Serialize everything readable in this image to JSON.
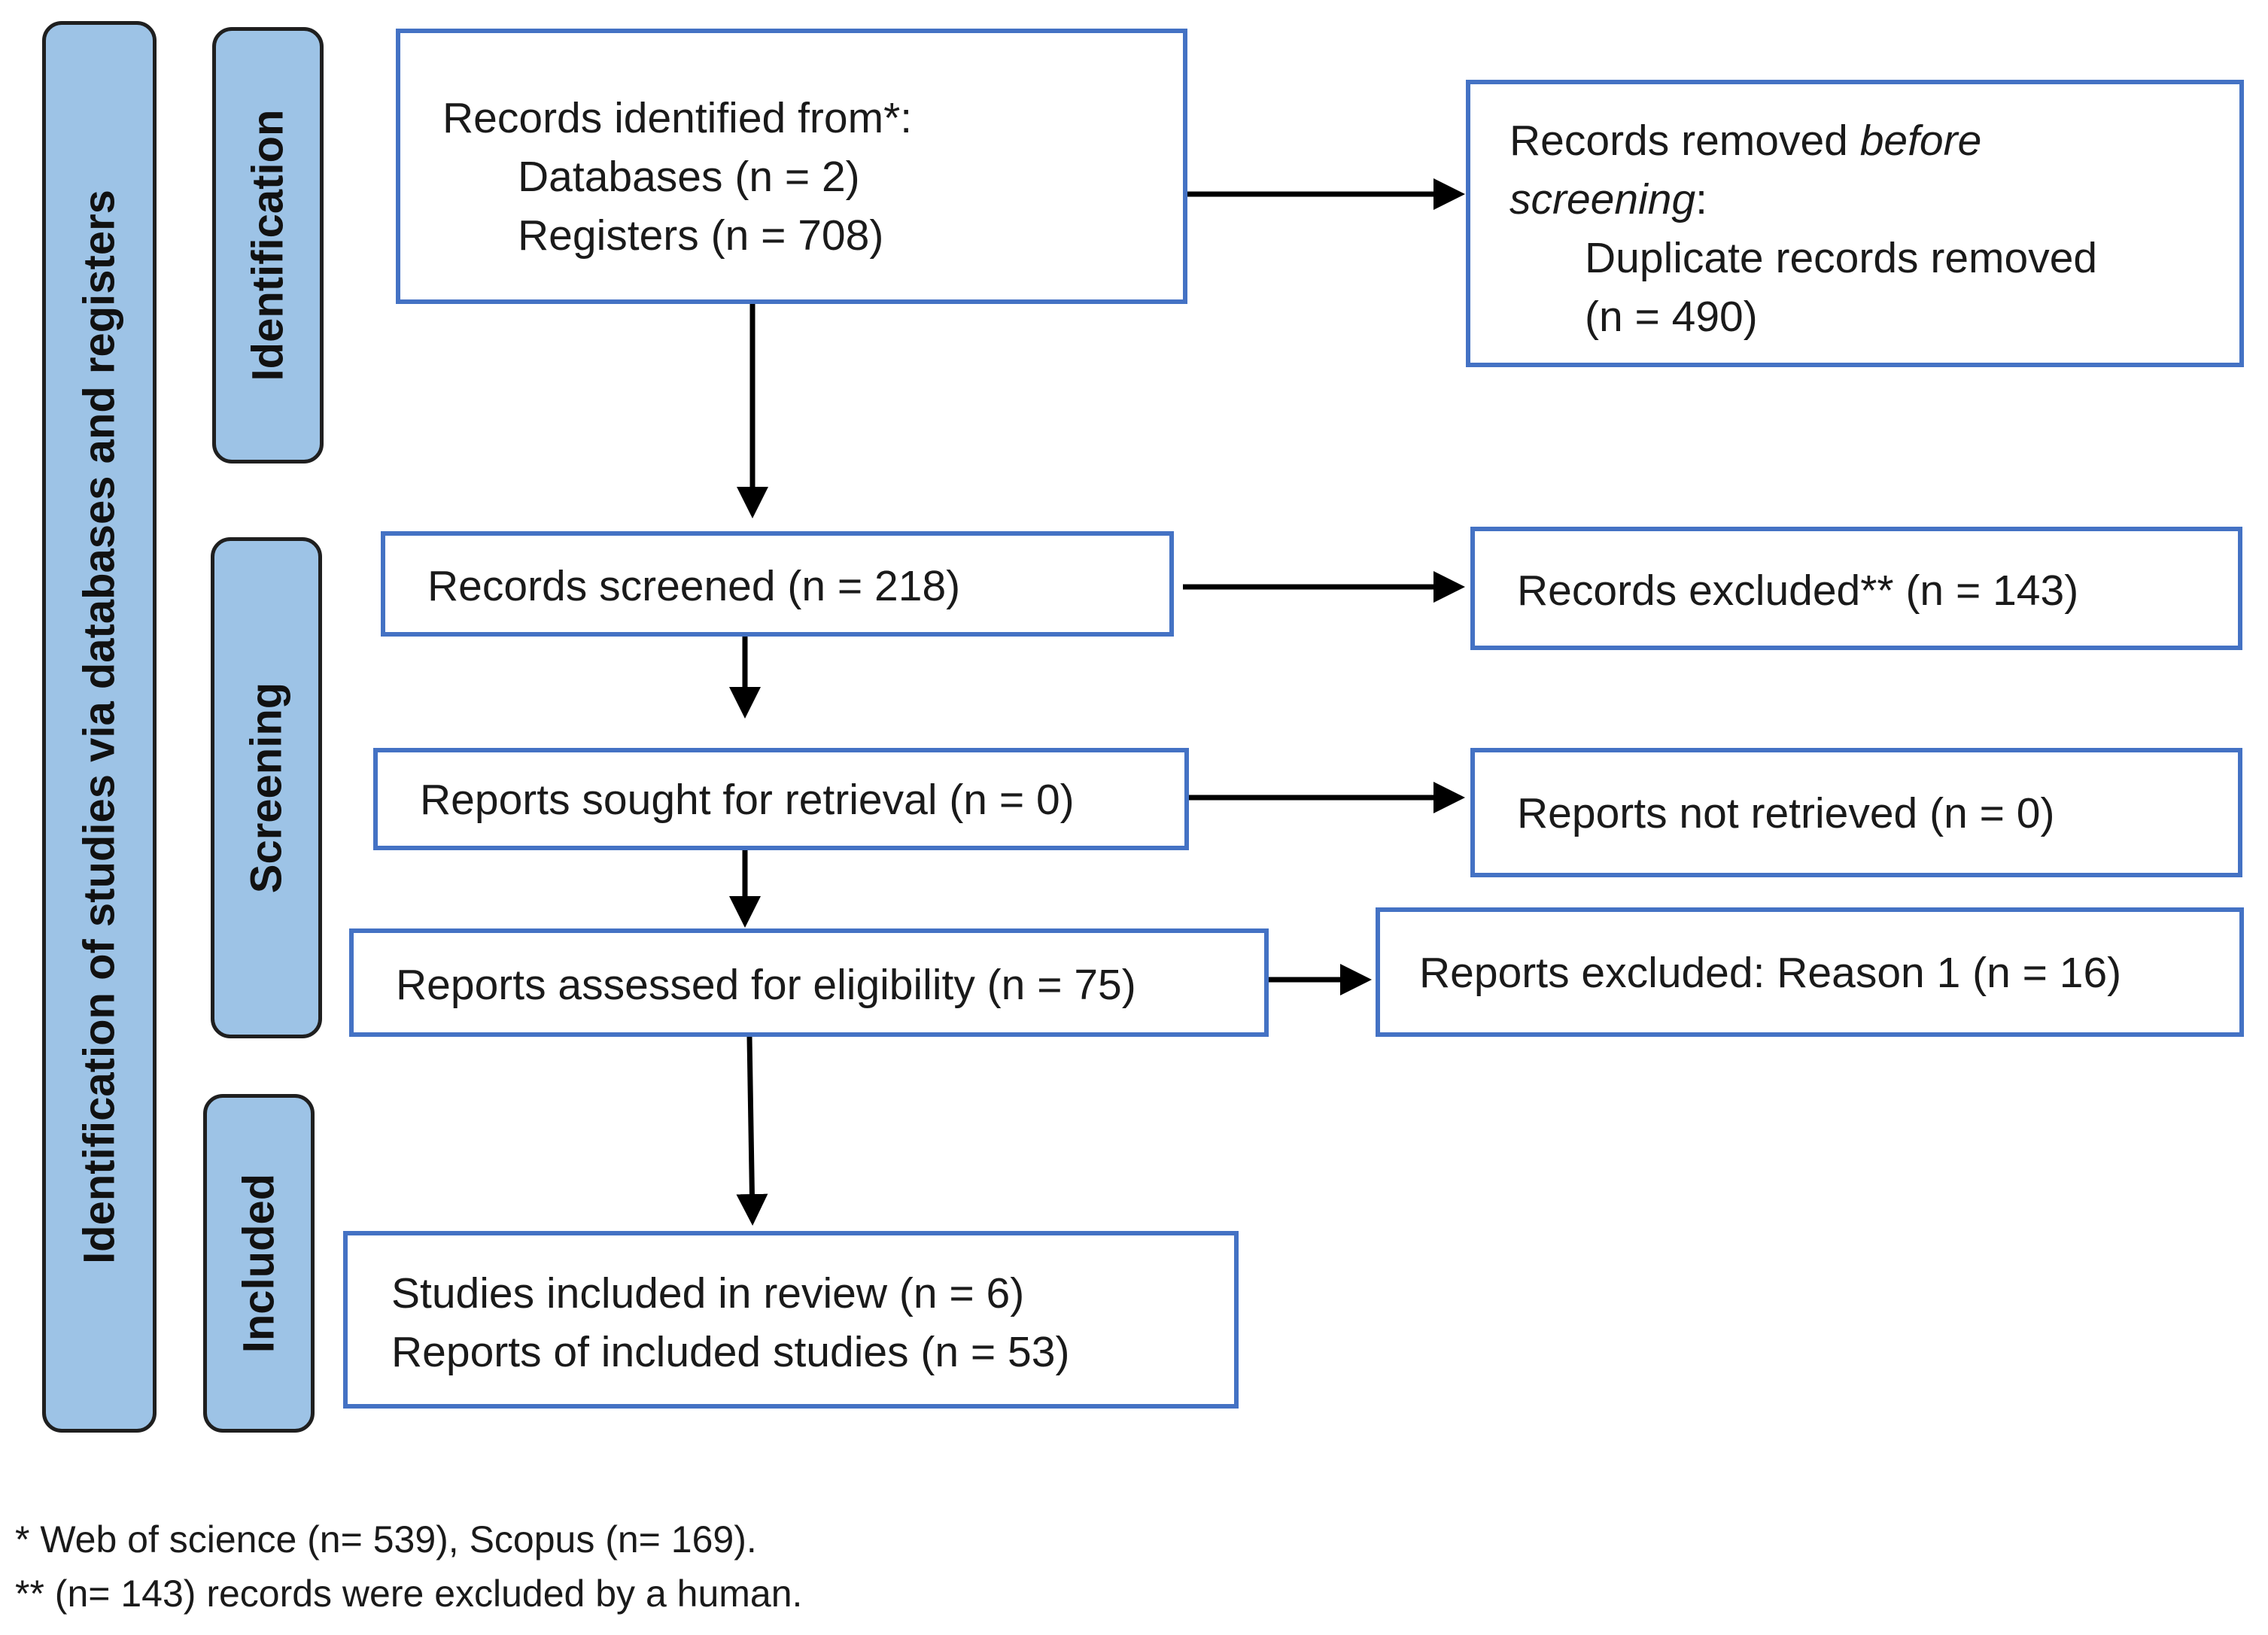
{
  "sidebars": {
    "main": "Identification of studies via databases and registers",
    "identification": "Identification",
    "screening": "Screening",
    "included": "Included"
  },
  "identified": {
    "line1": "Records identified from*:",
    "line2": "Databases (n = 2)",
    "line3": "Registers (n = 708)"
  },
  "removed": {
    "line1_prefix": "Records removed ",
    "line1_emph": "before",
    "line2_emph": "screening",
    "line2_suffix": ":",
    "line3": "Duplicate records removed",
    "line4": "(n = 490)"
  },
  "screened": "Records screened (n = 218)",
  "excluded": "Records excluded** (n = 143)",
  "sought": "Reports sought for retrieval (n = 0)",
  "not_retrieved": "Reports not retrieved (n = 0)",
  "assessed": "Reports assessed for eligibility (n = 75)",
  "reports_excluded": "Reports excluded: Reason 1 (n = 16)",
  "included": {
    "line1": "Studies included in review (n = 6)",
    "line2": "Reports of included studies (n = 53)"
  },
  "footnotes": {
    "note1": "* Web of science (n= 539), Scopus (n= 169).",
    "note2": "** (n= 143) records were excluded by a human."
  },
  "colors": {
    "box_border": "#4472c4",
    "sidebar_fill": "#9dc3e6",
    "arrow": "#000000"
  }
}
